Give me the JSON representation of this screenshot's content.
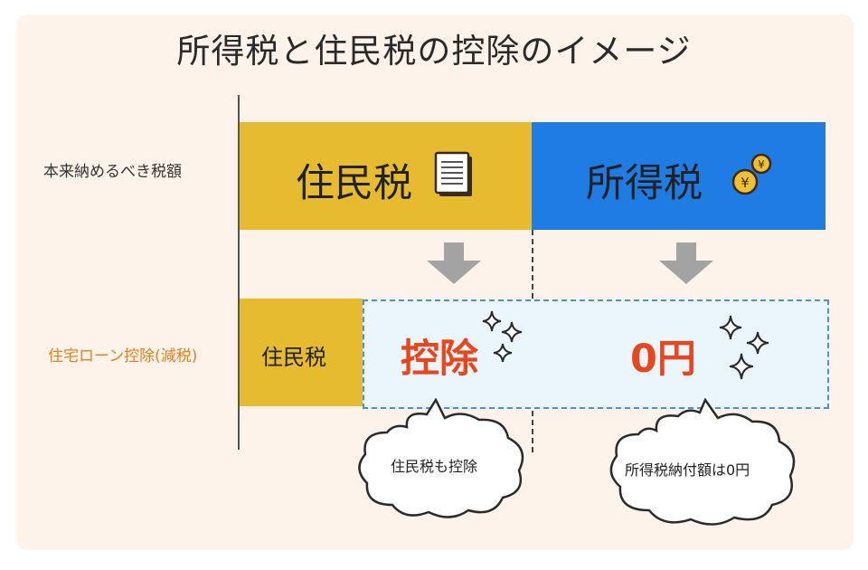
{
  "title": "所得税と住民税の控除のイメージ",
  "rows": {
    "top_label": "本来納めるべき税額",
    "bottom_label": "住宅ローン控除(減税)"
  },
  "blocks": {
    "jumin": "住民税",
    "shotoku": "所得税",
    "jumin_small": "住民税",
    "kojo": "控除",
    "zero": "0円"
  },
  "bubbles": {
    "left": "住民税も控除",
    "right": "所得税納付額は0円"
  },
  "colors": {
    "yellow": "#e6bb2f",
    "blue": "#1f7ce3",
    "red_text": "#e8471e",
    "orange_label": "#e8801e"
  },
  "icons": [
    "document-icon",
    "yen-coins-icon",
    "sparkle-icon"
  ]
}
